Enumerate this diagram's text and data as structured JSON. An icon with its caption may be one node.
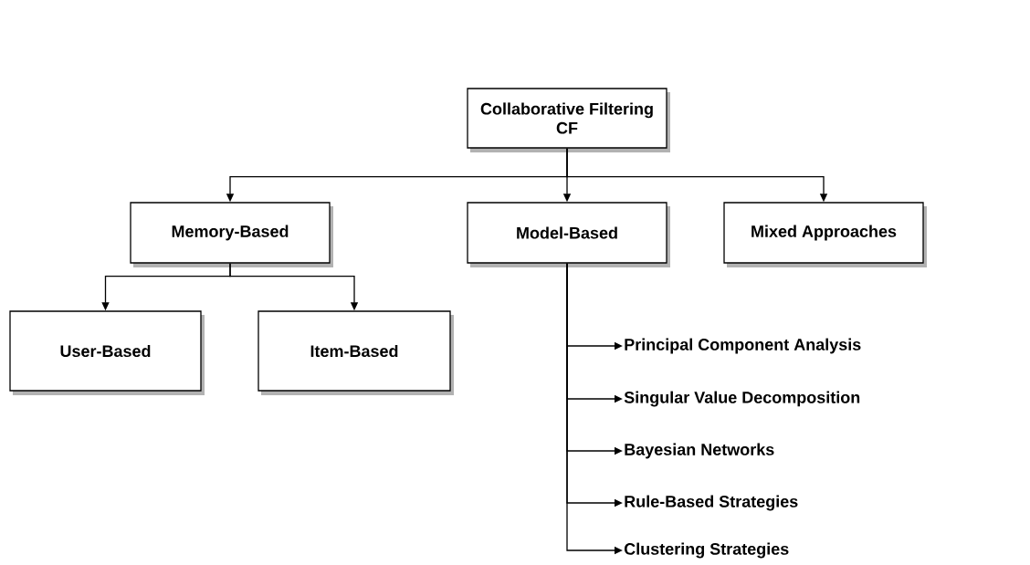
{
  "diagram": {
    "nodes": [
      {
        "text": [
          "Collaborative Filtering",
          "CF"
        ]
      },
      {
        "text": [
          "Memory-Based"
        ]
      },
      {
        "text": [
          "Model-Based"
        ]
      },
      {
        "text": [
          "Mixed Approaches"
        ]
      },
      {
        "text": [
          "User-Based"
        ]
      },
      {
        "text": [
          "Item-Based"
        ]
      },
      {
        "text": [
          "Principal Component Analysis"
        ]
      },
      {
        "text": [
          "Singular Value Decomposition"
        ]
      },
      {
        "text": [
          "Bayesian Networks"
        ]
      },
      {
        "text": [
          "Rule-Based Strategies"
        ]
      },
      {
        "text": [
          "Clustering Strategies"
        ]
      }
    ],
    "edges": [
      {
        "from": 0,
        "to": 1,
        "arrow": "to"
      },
      {
        "from": 0,
        "to": 2,
        "arrow": "to"
      },
      {
        "from": 0,
        "to": 3,
        "arrow": "to"
      },
      {
        "from": 1,
        "to": 4,
        "arrow": "to"
      },
      {
        "from": 1,
        "to": 5,
        "arrow": "to"
      },
      {
        "from": 2,
        "to": 6,
        "arrow": "to"
      },
      {
        "from": 2,
        "to": 7,
        "arrow": "to"
      },
      {
        "from": 2,
        "to": 8,
        "arrow": "to"
      },
      {
        "from": 2,
        "to": 9,
        "arrow": "to"
      },
      {
        "from": 2,
        "to": 10,
        "arrow": "to"
      }
    ]
  }
}
